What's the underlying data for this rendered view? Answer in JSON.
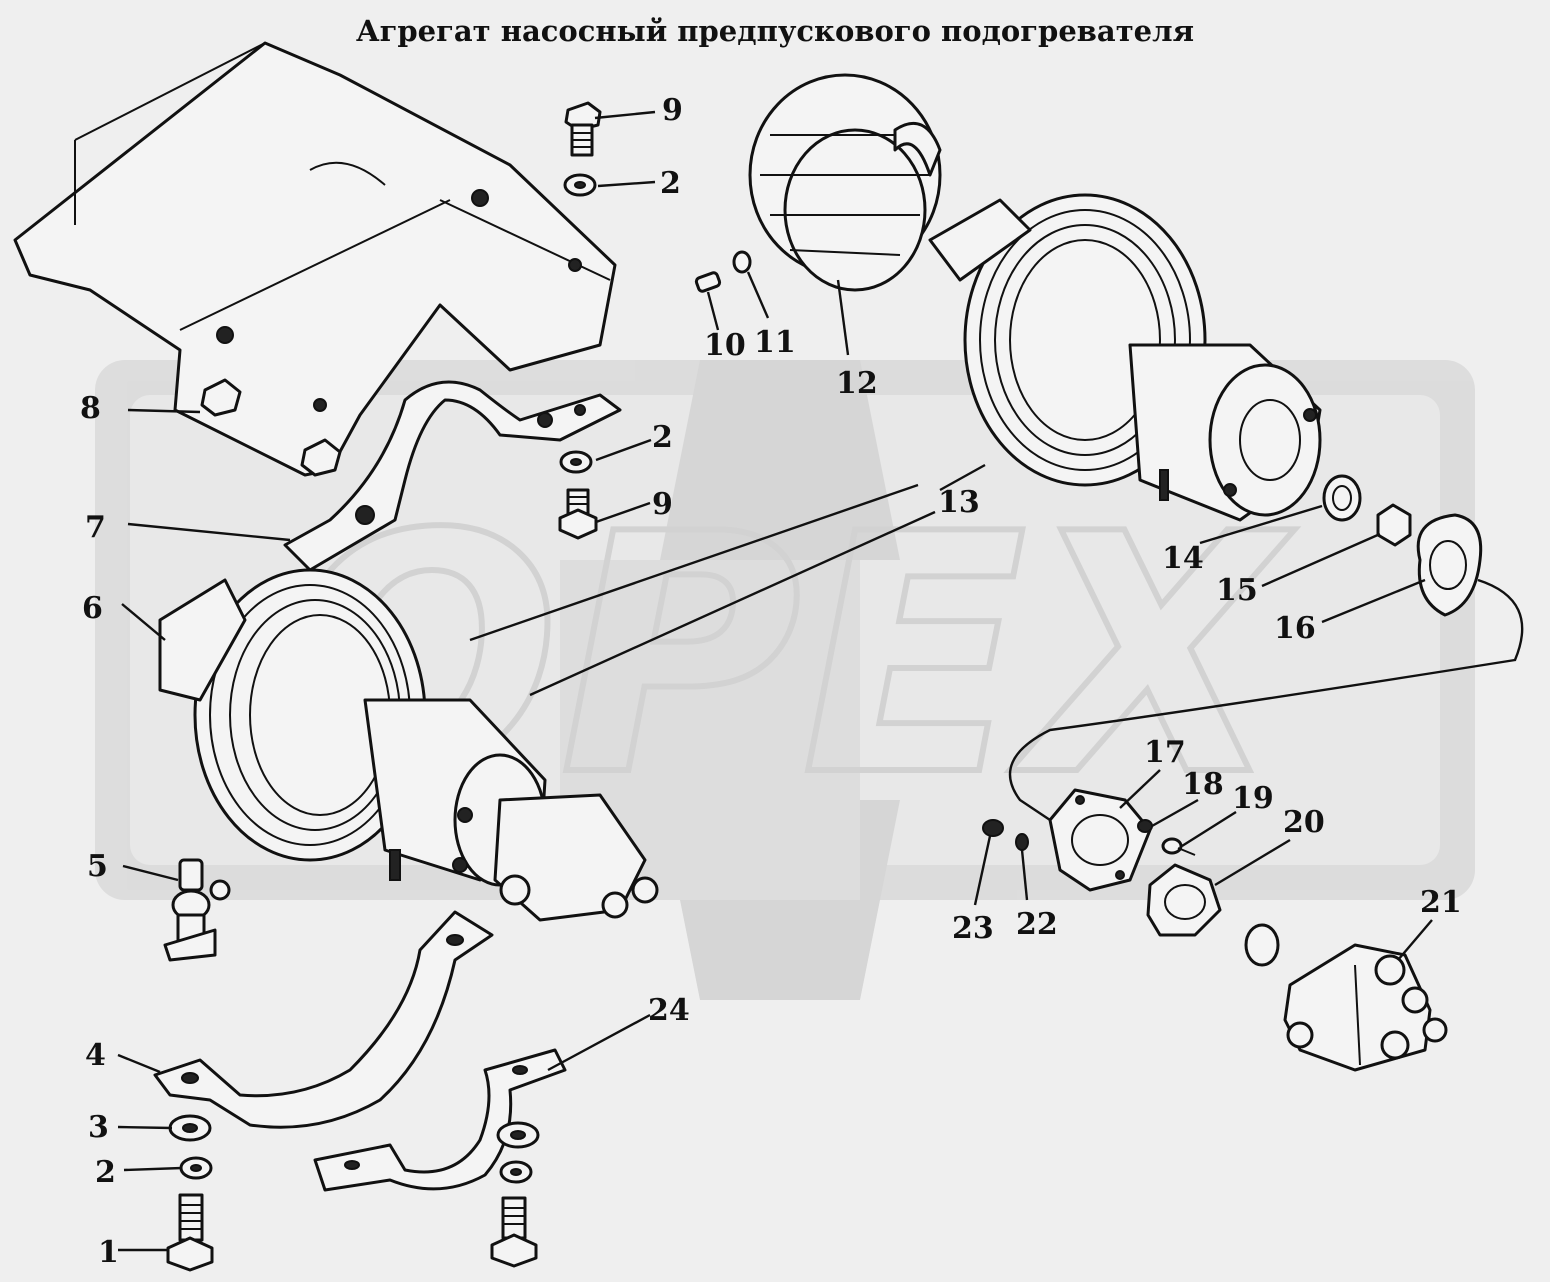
{
  "title": "Агрегат насосный предпускового подогревателя",
  "watermark": {
    "text": "OPEX"
  },
  "callouts": [
    {
      "id": "c1",
      "label": "1"
    },
    {
      "id": "c2a",
      "label": "2"
    },
    {
      "id": "c2b",
      "label": "2"
    },
    {
      "id": "c2c",
      "label": "2"
    },
    {
      "id": "c3",
      "label": "3"
    },
    {
      "id": "c4",
      "label": "4"
    },
    {
      "id": "c5",
      "label": "5"
    },
    {
      "id": "c6",
      "label": "6"
    },
    {
      "id": "c7",
      "label": "7"
    },
    {
      "id": "c8",
      "label": "8"
    },
    {
      "id": "c9a",
      "label": "9"
    },
    {
      "id": "c9b",
      "label": "9"
    },
    {
      "id": "c10",
      "label": "10"
    },
    {
      "id": "c11",
      "label": "11"
    },
    {
      "id": "c12",
      "label": "12"
    },
    {
      "id": "c13",
      "label": "13"
    },
    {
      "id": "c14",
      "label": "14"
    },
    {
      "id": "c15",
      "label": "15"
    },
    {
      "id": "c16",
      "label": "16"
    },
    {
      "id": "c17",
      "label": "17"
    },
    {
      "id": "c18",
      "label": "18"
    },
    {
      "id": "c19",
      "label": "19"
    },
    {
      "id": "c20",
      "label": "20"
    },
    {
      "id": "c21",
      "label": "21"
    },
    {
      "id": "c22",
      "label": "22"
    },
    {
      "id": "c23",
      "label": "23"
    },
    {
      "id": "c24",
      "label": "24"
    }
  ]
}
